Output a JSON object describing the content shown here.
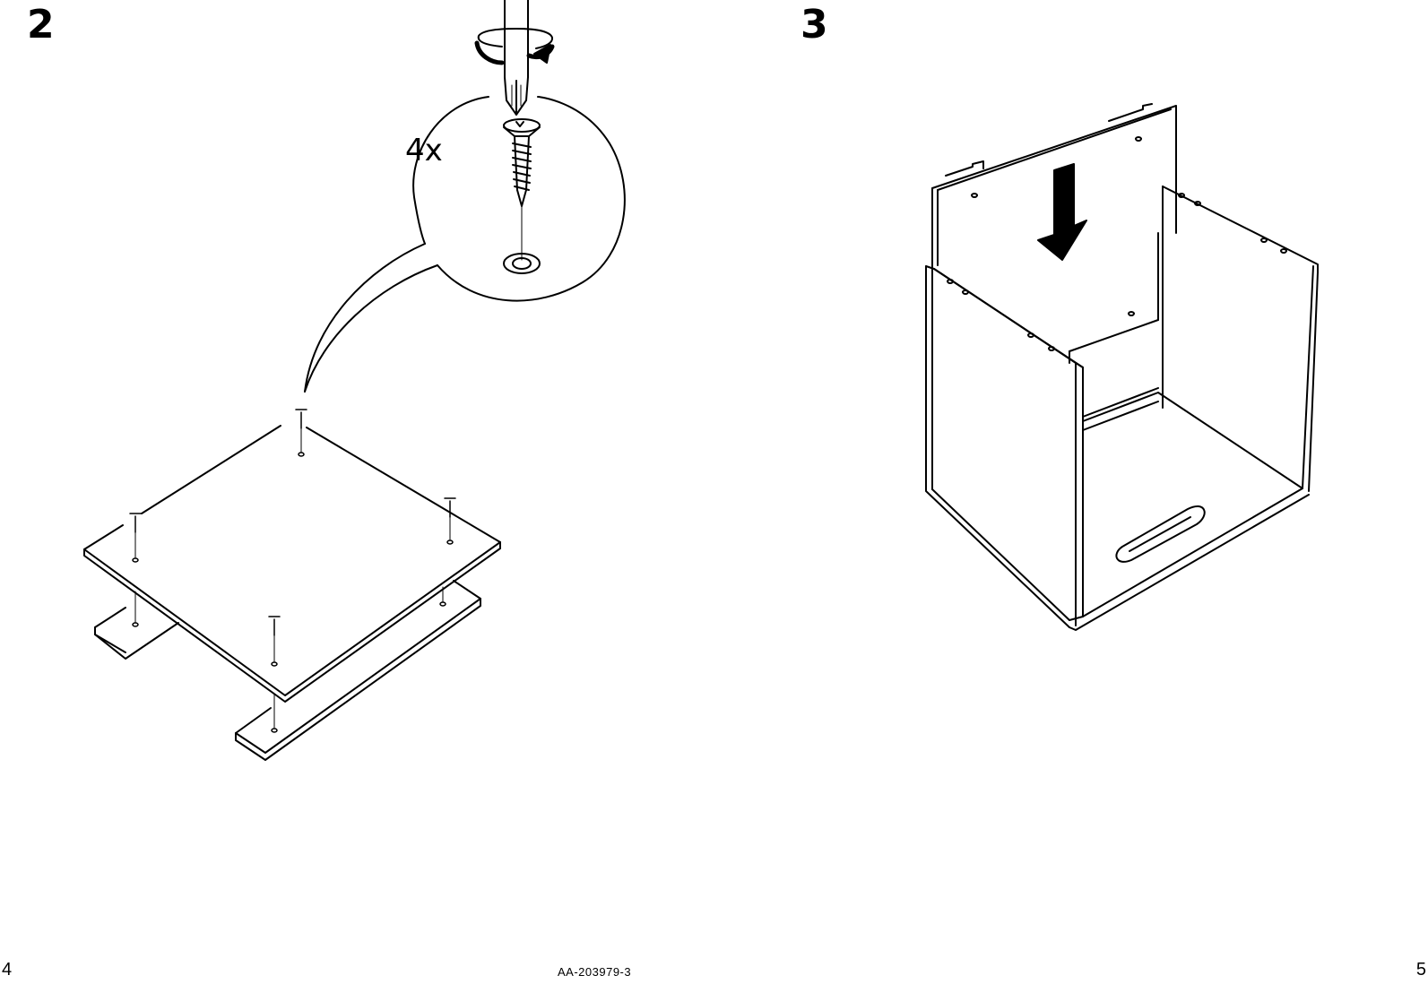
{
  "steps": {
    "step2": {
      "number": "2",
      "quantity": "4x"
    },
    "step3": {
      "number": "3"
    }
  },
  "footer": {
    "page_left": "4",
    "doc_code": "AA-203979-3",
    "page_right": "5"
  },
  "icons": [
    "screwdriver-icon",
    "rotation-arrow-icon",
    "screw-icon",
    "down-arrow-icon"
  ]
}
